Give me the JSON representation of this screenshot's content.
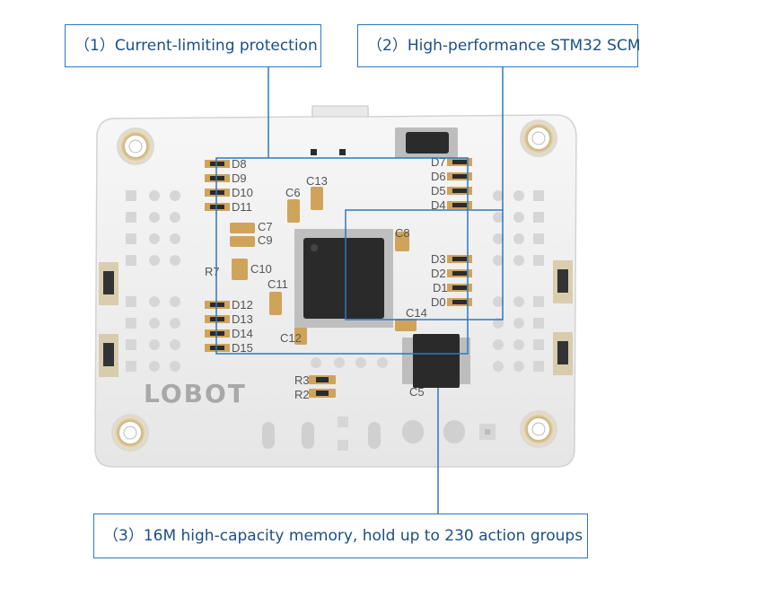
{
  "callouts": {
    "c1": "（1）Current-limiting protection",
    "c2": "（2）High-performance STM32 SCM",
    "c3": "（3）16M high-capacity memory, hold up to 230 action groups"
  },
  "board": {
    "logo": "LOBOT",
    "left_labels": [
      "D8",
      "D9",
      "D10",
      "D11",
      "D12",
      "D13",
      "D14",
      "D15"
    ],
    "right_labels": [
      "D7",
      "D6",
      "D5",
      "D4",
      "D3",
      "D2",
      "D1",
      "D0"
    ],
    "components": [
      "C13",
      "C6",
      "C7",
      "C9",
      "R7",
      "C10",
      "C11",
      "C12",
      "C8",
      "C14",
      "C5",
      "R3",
      "R2"
    ]
  },
  "colors": {
    "accent": "#2a79c4",
    "text": "#1b4f87",
    "board": "#f1f1f1"
  }
}
